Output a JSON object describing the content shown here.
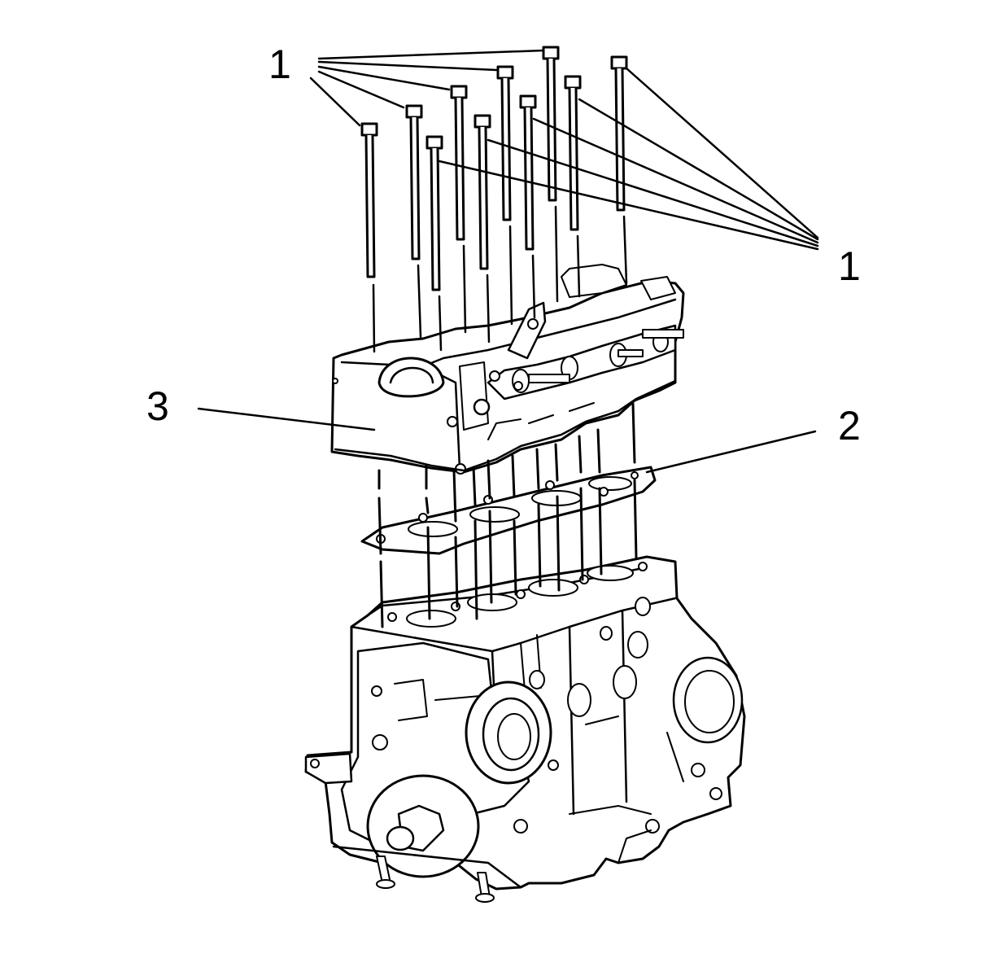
{
  "callouts": {
    "bolts_top": "1",
    "bolts_right": "1",
    "gasket": "2",
    "cylinder_head": "3"
  },
  "colors": {
    "ink": "#000000",
    "paper": "#ffffff"
  },
  "icons": [
    "cylinder-head-bolt",
    "cylinder-head",
    "head-gasket",
    "engine-block"
  ]
}
